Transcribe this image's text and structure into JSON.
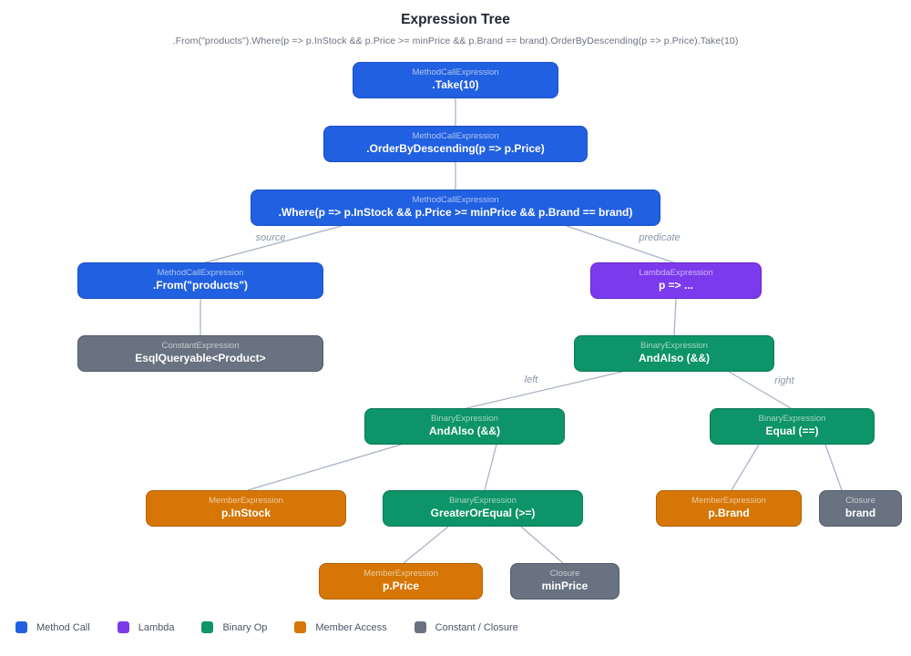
{
  "title": "Expression Tree",
  "subtitle": ".From(\"products\").Where(p => p.InStock && p.Price >= minPrice && p.Brand == brand).OrderByDescending(p => p.Price).Take(10)",
  "colors": {
    "method_call": "#2160e0",
    "lambda": "#7c3aed",
    "binary_op": "#0d9468",
    "member_access": "#d57606",
    "constant_closure": "#687280",
    "edge": "#a9b3c6"
  },
  "nodes": [
    {
      "id": "take",
      "kind": "method",
      "type": "MethodCallExpression",
      "label": ".Take(10)"
    },
    {
      "id": "orderby",
      "kind": "method",
      "type": "MethodCallExpression",
      "label": ".OrderByDescending(p => p.Price)"
    },
    {
      "id": "where",
      "kind": "method",
      "type": "MethodCallExpression",
      "label": ".Where(p => p.InStock && p.Price >= minPrice && p.Brand == brand)"
    },
    {
      "id": "from",
      "kind": "method",
      "type": "MethodCallExpression",
      "label": ".From(\"products\")"
    },
    {
      "id": "lambda",
      "kind": "lambda",
      "type": "LambdaExpression",
      "label": "p => ..."
    },
    {
      "id": "constant",
      "kind": "constant",
      "type": "ConstantExpression",
      "label": "EsqlQueryable<Product>"
    },
    {
      "id": "andalso1",
      "kind": "binary",
      "type": "BinaryExpression",
      "label": "AndAlso (&&)"
    },
    {
      "id": "andalso2",
      "kind": "binary",
      "type": "BinaryExpression",
      "label": "AndAlso (&&)"
    },
    {
      "id": "equal",
      "kind": "binary",
      "type": "BinaryExpression",
      "label": "Equal (==)"
    },
    {
      "id": "instock",
      "kind": "member",
      "type": "MemberExpression",
      "label": "p.InStock"
    },
    {
      "id": "greater",
      "kind": "binary",
      "type": "BinaryExpression",
      "label": "GreaterOrEqual (>=)"
    },
    {
      "id": "pbrand",
      "kind": "member",
      "type": "MemberExpression",
      "label": "p.Brand"
    },
    {
      "id": "brand",
      "kind": "constant",
      "type": "Closure",
      "label": "brand"
    },
    {
      "id": "pprice",
      "kind": "member",
      "type": "MemberExpression",
      "label": "p.Price"
    },
    {
      "id": "minprice",
      "kind": "constant",
      "type": "Closure",
      "label": "minPrice"
    }
  ],
  "edges": [
    {
      "from": "take",
      "to": "orderby",
      "label": ""
    },
    {
      "from": "orderby",
      "to": "where",
      "label": ""
    },
    {
      "from": "where",
      "to": "from",
      "label": "source"
    },
    {
      "from": "where",
      "to": "lambda",
      "label": "predicate"
    },
    {
      "from": "from",
      "to": "constant",
      "label": ""
    },
    {
      "from": "lambda",
      "to": "andalso1",
      "label": ""
    },
    {
      "from": "andalso1",
      "to": "andalso2",
      "label": "left"
    },
    {
      "from": "andalso1",
      "to": "equal",
      "label": "right"
    },
    {
      "from": "andalso2",
      "to": "instock",
      "label": ""
    },
    {
      "from": "andalso2",
      "to": "greater",
      "label": ""
    },
    {
      "from": "greater",
      "to": "pprice",
      "label": ""
    },
    {
      "from": "greater",
      "to": "minprice",
      "label": ""
    },
    {
      "from": "equal",
      "to": "pbrand",
      "label": ""
    },
    {
      "from": "equal",
      "to": "brand",
      "label": ""
    }
  ],
  "legend": [
    {
      "label": "Method Call",
      "color": "#2160e0"
    },
    {
      "label": "Lambda",
      "color": "#7c3aed"
    },
    {
      "label": "Binary Op",
      "color": "#0d9468"
    },
    {
      "label": "Member Access",
      "color": "#d57606"
    },
    {
      "label": "Constant / Closure",
      "color": "#687280"
    }
  ]
}
